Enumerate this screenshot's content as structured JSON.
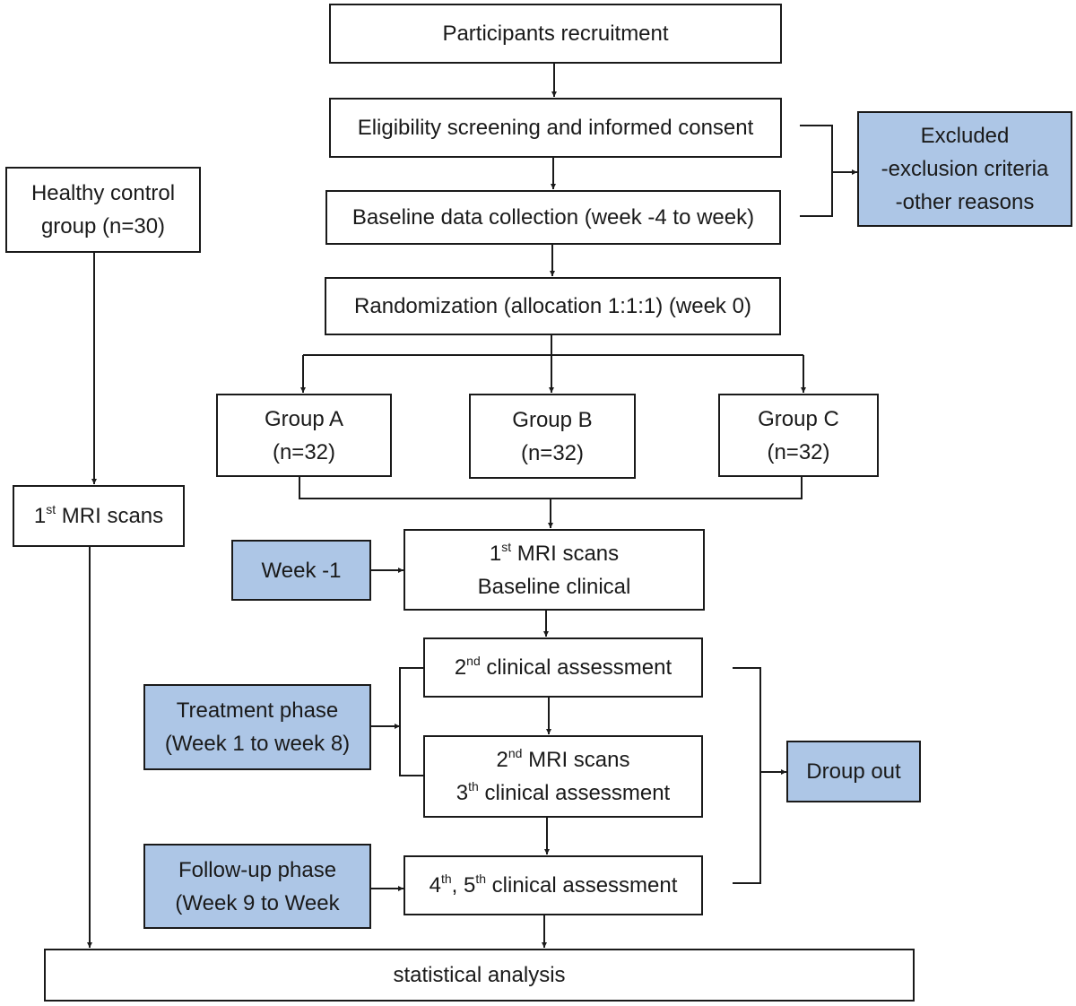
{
  "nodes": {
    "recruitment": {
      "text": "Participants recruitment"
    },
    "eligibility": {
      "text": "Eligibility screening and informed consent"
    },
    "baseline_collection": {
      "text": "Baseline data collection (week -4 to week)"
    },
    "randomization": {
      "text": "Randomization (allocation 1:1:1) (week 0)"
    },
    "excluded": {
      "line1": "Excluded",
      "line2": "-exclusion criteria",
      "line3": "-other reasons"
    },
    "healthy_control": {
      "line1": "Healthy control",
      "line2": "group (n=30)"
    },
    "hc_mri": {
      "num": "1",
      "sup": "st",
      "rest": " MRI scans"
    },
    "group_a": {
      "name": "Group A",
      "n": "(n=32)"
    },
    "group_b": {
      "name": "Group B",
      "n": "(n=32)"
    },
    "group_c": {
      "name": "Group C",
      "n": "(n=32)"
    },
    "week_minus1": {
      "text": "Week -1"
    },
    "first_mri": {
      "num": "1",
      "sup": "st",
      "rest": " MRI scans",
      "line2": "Baseline clinical"
    },
    "treatment": {
      "line1": "Treatment phase",
      "line2": "(Week 1 to week 8)"
    },
    "second_clinical": {
      "num": "2",
      "sup": "nd",
      "rest": " clinical assessment"
    },
    "second_mri": {
      "num": "2",
      "sup": "nd",
      "rest": " MRI scans",
      "line2_num": "3",
      "line2_sup": "th",
      "line2_rest": " clinical assessment"
    },
    "dropout": {
      "text": "Droup out"
    },
    "followup": {
      "line1": "Follow-up phase",
      "line2": "(Week 9 to Week"
    },
    "fourth_fifth": {
      "num1": "4",
      "sup1": "th",
      "mid": ", 5",
      "sup2": "th",
      "rest": " clinical assessment"
    },
    "analysis": {
      "text": "statistical analysis"
    }
  },
  "colors": {
    "highlight": "#adc6e6",
    "stroke": "#1a1a1a",
    "background": "#ffffff"
  }
}
